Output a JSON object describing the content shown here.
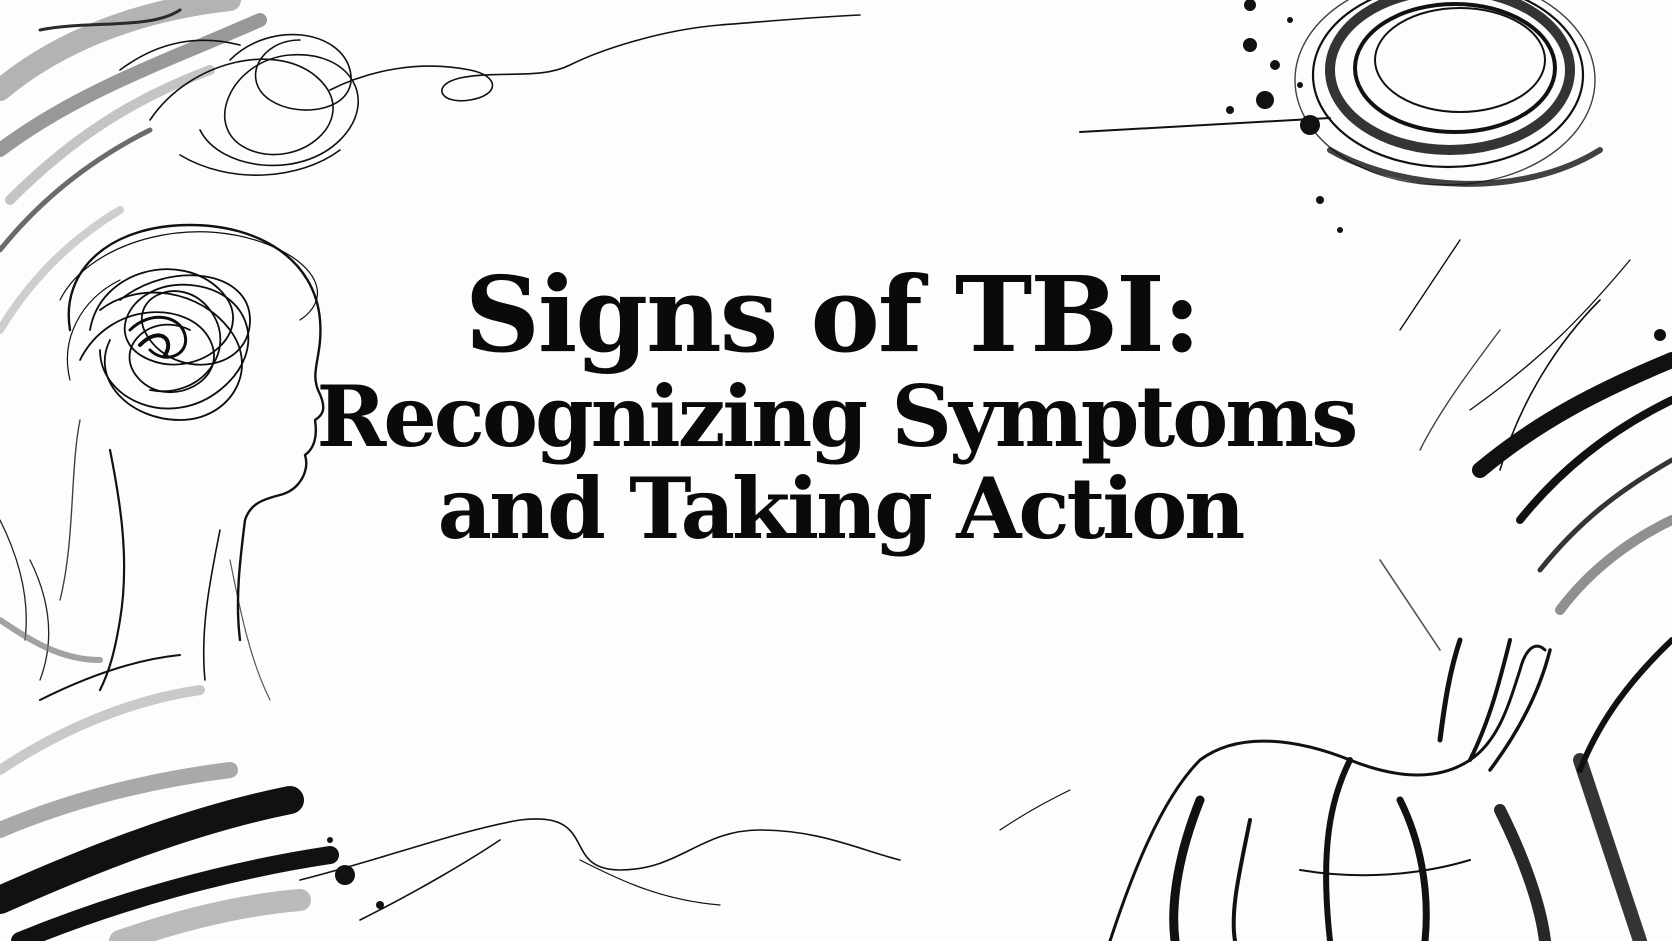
{
  "title": {
    "line1": "Signs of TBI:",
    "line2": "Recognizing Symptoms",
    "line3": "and Taking Action"
  },
  "palette": {
    "background": "#fdfdfd",
    "ink": "#0a0a0a",
    "gray": "#8c8c8c"
  }
}
